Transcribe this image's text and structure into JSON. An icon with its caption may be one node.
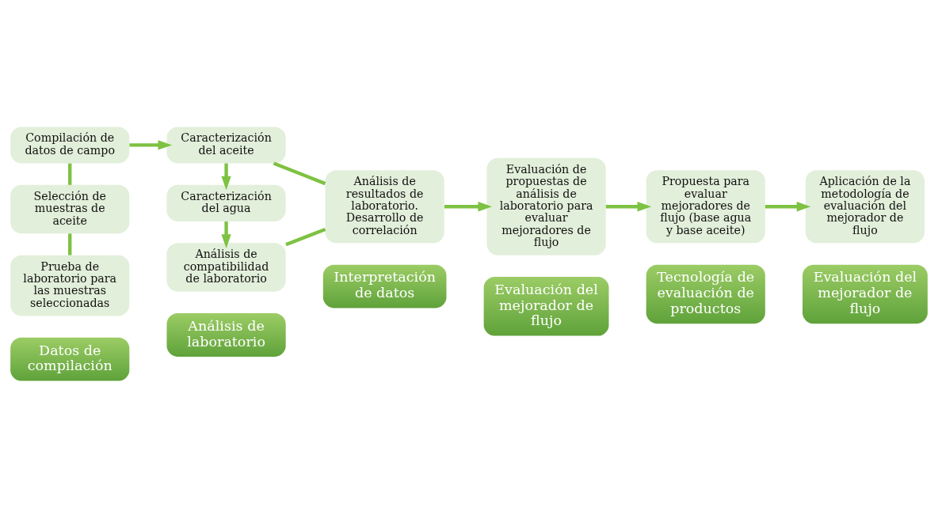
{
  "diagram": {
    "nodes": [
      {
        "text": [
          "Datos de compilación"
        ]
      },
      {
        "text": [
          "Análisis de laboratorio"
        ]
      },
      {
        "text": [
          "Interpretación de datos"
        ]
      },
      {
        "text": [
          "Evaluación del mejorador de flujo"
        ]
      },
      {
        "text": [
          "Tecnología de evaluación de productos"
        ]
      },
      {
        "text": [
          "Evaluación del mejorador de flujo"
        ]
      },
      {
        "text": [
          "Compilación de datos de campo"
        ]
      },
      {
        "text": [
          "Selección de muestras de aceite"
        ]
      },
      {
        "text": [
          "Prueba de laboratorio para las muestras seleccionadas"
        ]
      },
      {
        "text": [
          "Caracterización del aceite"
        ]
      },
      {
        "text": [
          "Caracterización del agua"
        ]
      },
      {
        "text": [
          "Análisis de compatibilidad de laboratorio"
        ]
      },
      {
        "text": [
          "Análisis de resultados de laboratorio. Desarrollo de correlación"
        ]
      },
      {
        "text": [
          "Evaluación de propuestas de análisis de laboratorio para evaluar mejoradores de flujo"
        ]
      },
      {
        "text": [
          "Propuesta para evaluar mejoradores de flujo (base agua y base aceite)"
        ]
      },
      {
        "text": [
          "Aplicación de la metodología de evaluación del mejorador de flujo"
        ]
      }
    ],
    "edges": [
      {
        "from": 6,
        "to": 7,
        "arrow": "none"
      },
      {
        "from": 7,
        "to": 8,
        "arrow": "none"
      },
      {
        "from": 6,
        "to": 9,
        "arrow": "to"
      },
      {
        "from": 9,
        "to": 10,
        "arrow": "to"
      },
      {
        "from": 10,
        "to": 11,
        "arrow": "to"
      },
      {
        "from": 9,
        "to": 12,
        "arrow": "none"
      },
      {
        "from": 11,
        "to": 12,
        "arrow": "none"
      },
      {
        "from": 12,
        "to": 13,
        "arrow": "to"
      },
      {
        "from": 13,
        "to": 14,
        "arrow": "to"
      },
      {
        "from": 14,
        "to": 15,
        "arrow": "to"
      }
    ]
  }
}
